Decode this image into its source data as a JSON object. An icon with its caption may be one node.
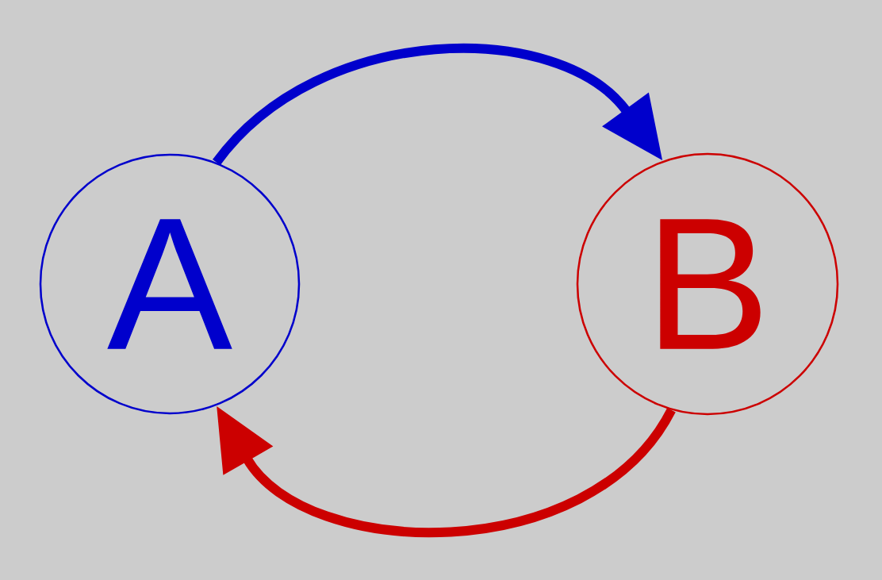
{
  "diagram": {
    "nodes": [
      {
        "text": [
          "A"
        ]
      },
      {
        "text": [
          "B"
        ]
      }
    ],
    "edges": [
      {
        "from": 0,
        "to": 1,
        "arrow": "to",
        "color": "#0000cc"
      },
      {
        "from": 1,
        "to": 0,
        "arrow": "to",
        "color": "#cc0000"
      }
    ]
  }
}
